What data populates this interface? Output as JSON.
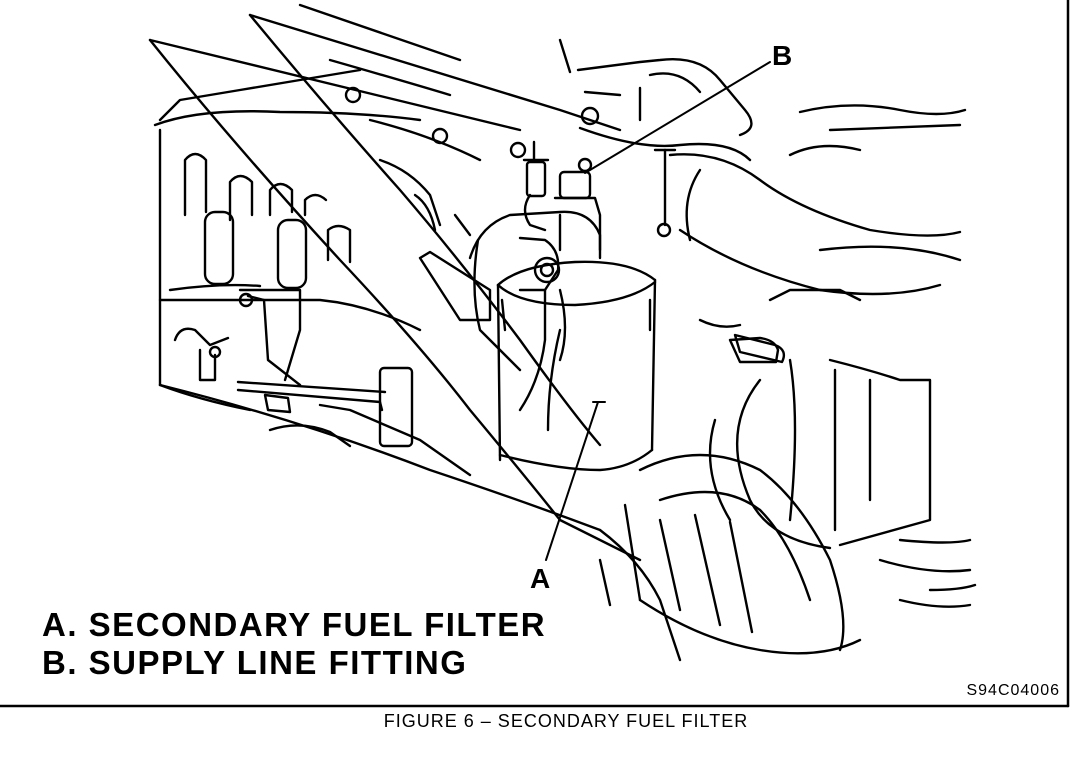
{
  "figure": {
    "callout_a": "A",
    "callout_b": "B",
    "legend": [
      "A. SECONDARY FUEL FILTER",
      "B. SUPPLY LINE FITTING"
    ],
    "code": "S94C04006",
    "caption": "FIGURE 6 – SECONDARY FUEL FILTER"
  }
}
